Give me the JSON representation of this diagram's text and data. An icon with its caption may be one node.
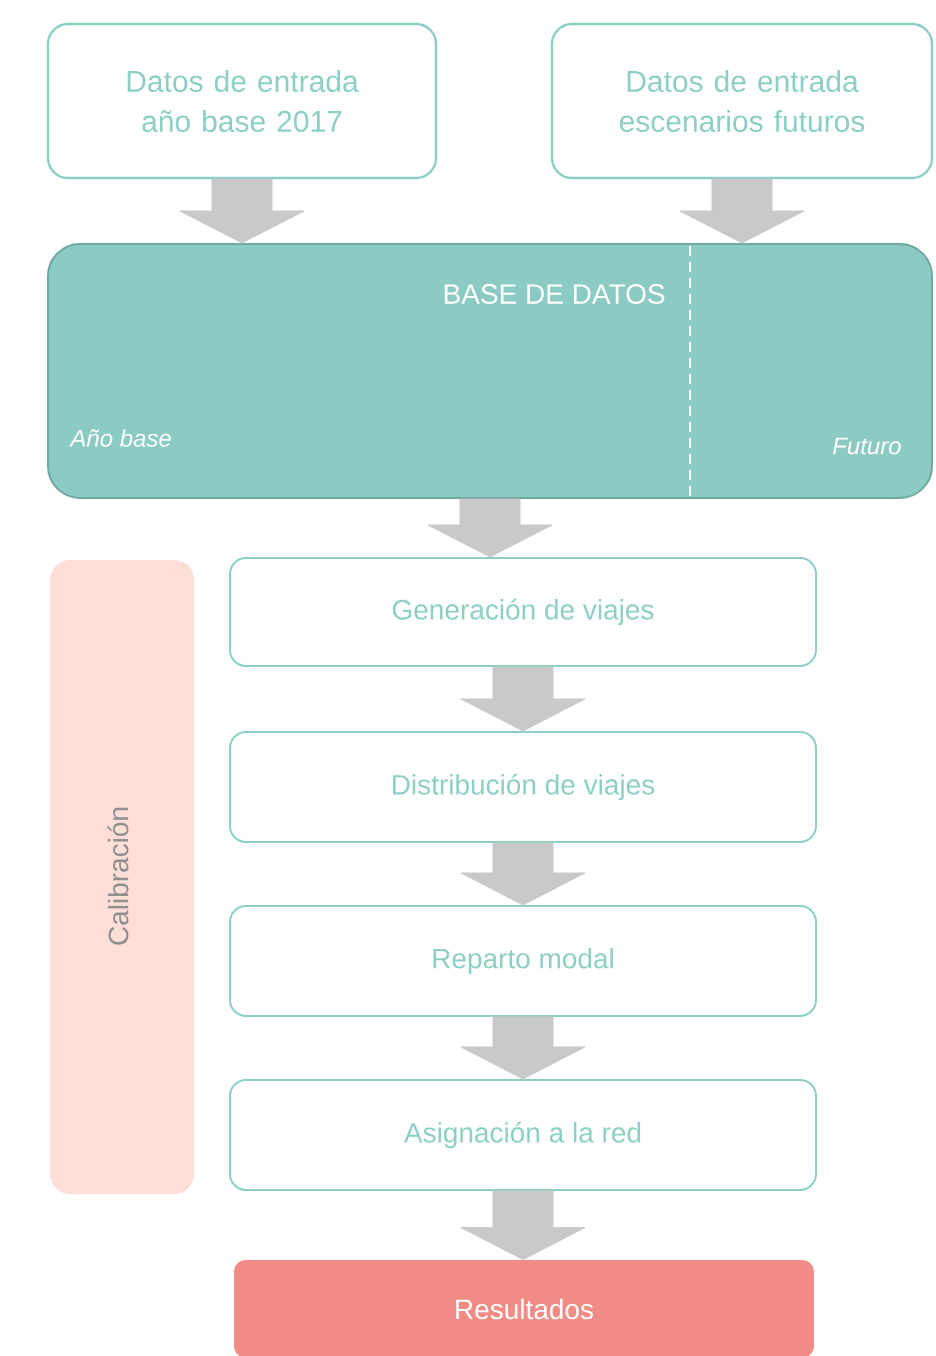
{
  "diagram": {
    "nodes": [
      {
        "text": [
          "Datos de entrada año base 2017"
        ]
      },
      {
        "text": [
          "Datos de entrada escenarios futuros"
        ]
      },
      {
        "text": [
          "BASE DE DATOS",
          "Año base",
          "Futuro"
        ]
      },
      {
        "text": [
          "Calibración"
        ]
      },
      {
        "text": [
          "Generación de viajes"
        ]
      },
      {
        "text": [
          "Distribución de viajes"
        ]
      },
      {
        "text": [
          "Reparto modal"
        ]
      },
      {
        "text": [
          "Asignación a la red"
        ]
      },
      {
        "text": [
          "Resultados"
        ]
      }
    ],
    "edges": [
      {
        "from": 0,
        "to": 2,
        "arrow": "to"
      },
      {
        "from": 1,
        "to": 2,
        "arrow": "to"
      },
      {
        "from": 2,
        "to": 4,
        "arrow": "to"
      },
      {
        "from": 4,
        "to": 5,
        "arrow": "to"
      },
      {
        "from": 5,
        "to": 6,
        "arrow": "to"
      },
      {
        "from": 6,
        "to": 7,
        "arrow": "to"
      },
      {
        "from": 7,
        "to": 8,
        "arrow": "to"
      }
    ]
  }
}
